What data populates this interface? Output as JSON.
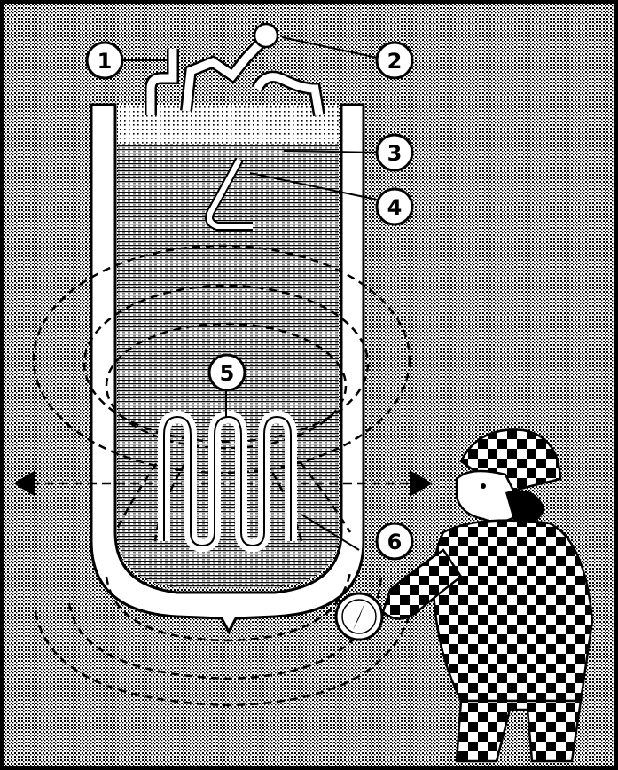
{
  "callouts": {
    "c1": "1",
    "c2": "2",
    "c3": "3",
    "c4": "4",
    "c5": "5",
    "c6": "6"
  },
  "colors": {
    "ink": "#000000",
    "paper": "#ffffff",
    "halftone_light": "#c9c9c9",
    "halftone_dark": "#9a9a9a"
  },
  "icons": {
    "compass": "compass-icon",
    "magnet": "bar-magnet-icon"
  }
}
